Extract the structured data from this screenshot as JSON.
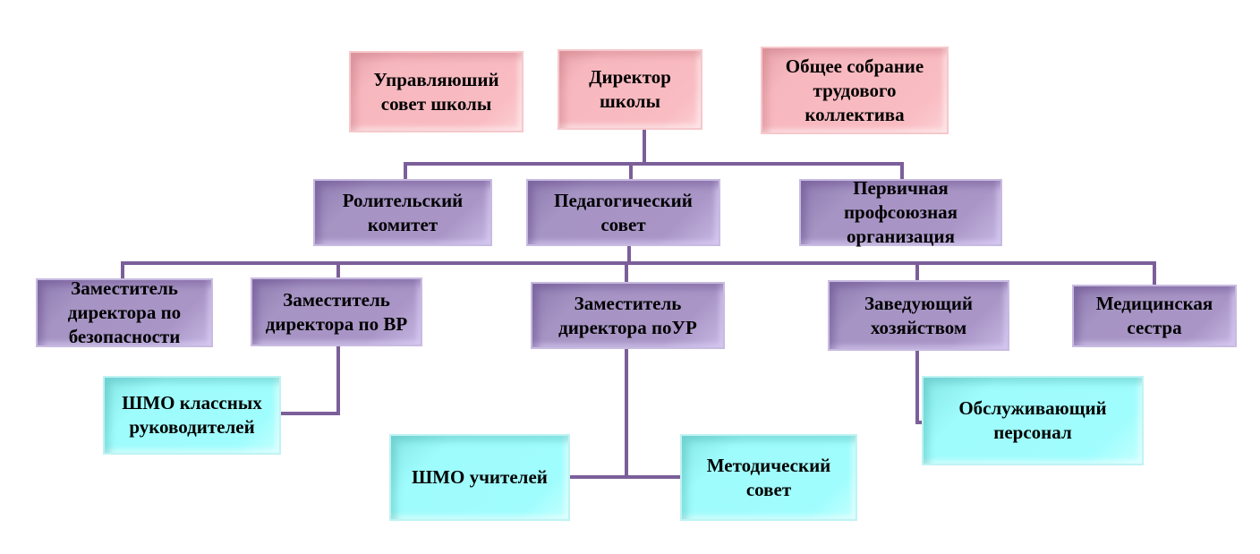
{
  "nodes": {
    "governing_council": "Управляюший совет школы",
    "director": "Директор школы",
    "general_assembly": "Общее собрание трудового коллектива",
    "parent_committee": "Ролительский комитет",
    "pedagogical_council": "Педагогический совет",
    "trade_union": "Первичная профсоюзная организация",
    "deputy_security": "Заместитель директора по безопасности",
    "deputy_vr": "Заместитель директора по ВР",
    "deputy_ur": "Заместитель директора поУР",
    "household_head": "Заведующий хозяйством",
    "nurse": "Медицинская сестра",
    "shmo_class_teachers": "ШМО классных руководителей",
    "shmo_teachers": "ШМО учителей",
    "methodical_council": "Методический совет",
    "service_staff": "Обслуживающий персонал"
  },
  "colors": {
    "line": "#7b5f99",
    "pink": "#f9bcc2",
    "purple": "#a995c6",
    "cyan": "#9ffcfc"
  }
}
